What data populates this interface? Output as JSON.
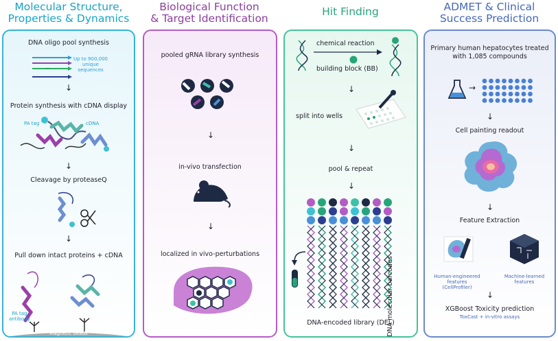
{
  "titles": {
    "p1": [
      "Molecular Structure,",
      "Properties & Dynamics"
    ],
    "p2": [
      "Biological Function",
      "& Target Identification"
    ],
    "p3": [
      "Hit Finding"
    ],
    "p4": [
      "ADMET & Clinical",
      "Success Prediction"
    ]
  },
  "colors": {
    "p1_title": "#1aa3c6",
    "p1_border": "#35b3d6",
    "p1_bg": "#e6f6fb",
    "p2_title": "#8b3f9c",
    "p2_border": "#b35cc4",
    "p2_bg": "#f6eaf8",
    "p3_title": "#27a57a",
    "p3_border": "#46c297",
    "p3_bg": "#e7f7f0",
    "p4_title": "#4468b8",
    "p4_border": "#6a88cc",
    "p4_bg": "#eaeef8"
  },
  "panel1": {
    "step1": "DNA oligo pool synthesis",
    "oligo_note": [
      "Up to 900,000",
      "unique",
      "sequences"
    ],
    "oligo_ellipsis": "...",
    "step2": "Protein synthesis with cDNA display",
    "pa_tag": "PA tag",
    "cdna": "cDNA",
    "step3": "Cleavage by proteaseQ",
    "step4": "Pull down intact proteins + cDNA",
    "pa_antibody": [
      "PA tag",
      "antibody"
    ],
    "beads": "Magnetic beads"
  },
  "panel2": {
    "step1": "pooled gRNA library synthesis",
    "step2": "in-vivo transfection",
    "step3": "localized in vivo-perturbations"
  },
  "panel3": {
    "reaction": "chemical reaction",
    "bb": "building block (BB)",
    "split": "split into wells",
    "pool": "pool & repeat",
    "barcodes": "DNA molecular barcodes",
    "del": "DNA-encoded library (DEL)"
  },
  "panel4": {
    "step1": [
      "Primary human hepatocytes treated",
      "with 1,085 compounds"
    ],
    "step2": "Cell painting readout",
    "step3": "Feature Extraction",
    "human_feat": [
      "Human-engineered",
      "features",
      "(CellProfiler)"
    ],
    "ml_feat": [
      "Machine-learned",
      "features"
    ],
    "step4": "XGBoost Toxicity prediction",
    "step4_sub": "ToxCast + in-vitro assays"
  },
  "arrow": "↓",
  "right_arrow": "→"
}
